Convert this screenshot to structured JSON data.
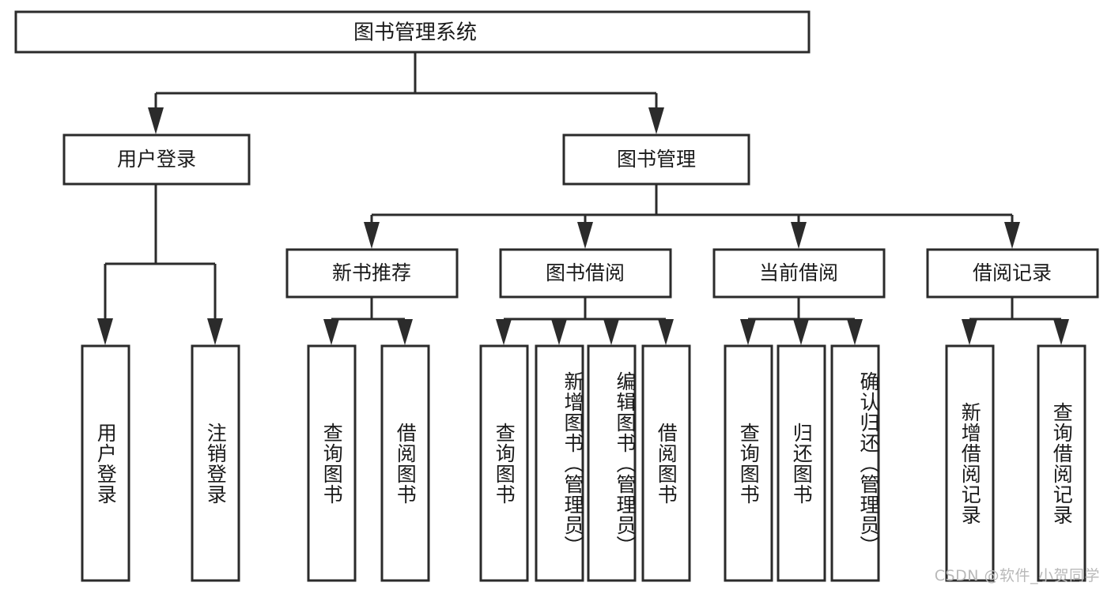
{
  "diagram": {
    "title": "图书管理系统",
    "type": "tree-hierarchy",
    "orientation": "top-down",
    "stroke_color": "#2b2b2b",
    "fill_color": "#ffffff",
    "text_color": "#1a1a1a",
    "background": "#ffffff"
  },
  "watermark": {
    "text": "CSDN @软件_小贺同学",
    "color": "#b9b9b9"
  },
  "nodes": {
    "root": {
      "label": "图书管理系统",
      "level": 1,
      "orientation": "horizontal"
    },
    "l2": [
      {
        "id": "user-login",
        "label": "用户登录",
        "level": 2,
        "orientation": "horizontal"
      },
      {
        "id": "book-manage",
        "label": "图书管理",
        "level": 2,
        "orientation": "horizontal"
      }
    ],
    "l3": [
      {
        "id": "new-book-rec",
        "label": "新书推荐",
        "level": 3,
        "orientation": "horizontal",
        "parent": "book-manage"
      },
      {
        "id": "book-borrow",
        "label": "图书借阅",
        "level": 3,
        "orientation": "horizontal",
        "parent": "book-manage"
      },
      {
        "id": "current-borrow",
        "label": "当前借阅",
        "level": 3,
        "orientation": "horizontal",
        "parent": "book-manage"
      },
      {
        "id": "borrow-record",
        "label": "借阅记录",
        "level": 3,
        "orientation": "horizontal",
        "parent": "book-manage"
      }
    ],
    "leaves": [
      {
        "id": "leaf-user-login",
        "label": "用户登录",
        "parent": "user-login",
        "orientation": "vertical"
      },
      {
        "id": "leaf-user-logout",
        "label": "注销登录",
        "parent": "user-login",
        "orientation": "vertical"
      },
      {
        "id": "leaf-rec-query",
        "label": "查询图书",
        "parent": "new-book-rec",
        "orientation": "vertical"
      },
      {
        "id": "leaf-rec-borrow",
        "label": "借阅图书",
        "parent": "new-book-rec",
        "orientation": "vertical"
      },
      {
        "id": "leaf-borrow-query",
        "label": "查询图书",
        "parent": "book-borrow",
        "orientation": "vertical"
      },
      {
        "id": "leaf-borrow-add",
        "label": "新增图书（管理员）",
        "parent": "book-borrow",
        "orientation": "vertical"
      },
      {
        "id": "leaf-borrow-edit",
        "label": "编辑图书（管理员）",
        "parent": "book-borrow",
        "orientation": "vertical"
      },
      {
        "id": "leaf-borrow-lend",
        "label": "借阅图书",
        "parent": "book-borrow",
        "orientation": "vertical"
      },
      {
        "id": "leaf-cur-query",
        "label": "查询图书",
        "parent": "current-borrow",
        "orientation": "vertical"
      },
      {
        "id": "leaf-cur-return",
        "label": "归还图书",
        "parent": "current-borrow",
        "orientation": "vertical"
      },
      {
        "id": "leaf-cur-confirm",
        "label": "确认归还（管理员）",
        "parent": "current-borrow",
        "orientation": "vertical"
      },
      {
        "id": "leaf-rec-add",
        "label": "新增借阅记录",
        "parent": "borrow-record",
        "orientation": "vertical"
      },
      {
        "id": "leaf-rec-query2",
        "label": "查询借阅记录",
        "parent": "borrow-record",
        "orientation": "vertical"
      }
    ]
  }
}
